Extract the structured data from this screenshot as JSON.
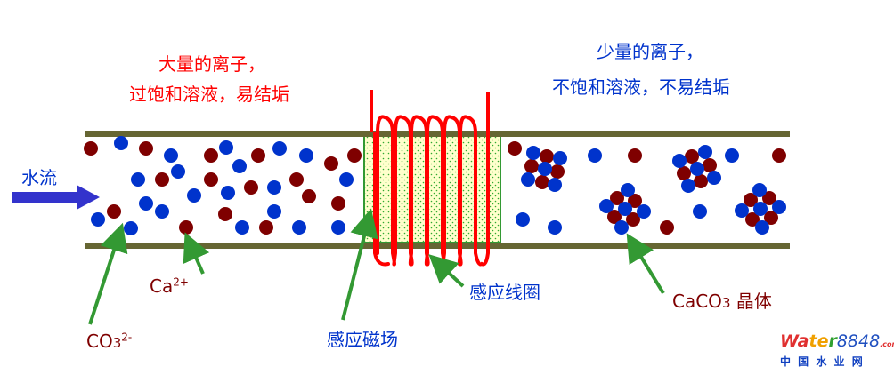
{
  "labels": {
    "left_line1": "大量的离子，",
    "left_line2": "过饱和溶液，易结垢",
    "right_line1": "少量的离子，",
    "right_line2": "不饱和溶液，不易结垢",
    "flow": "水流",
    "ca": "Ca",
    "ca_charge": "2+",
    "co3": "CO",
    "co3_sub": "3",
    "co3_charge": "2-",
    "magnetic_field": "感应磁场",
    "coil": "感应线圈",
    "caco3": "CaCO",
    "caco3_sub": "3",
    "caco3_suffix": " 晶体"
  },
  "logo": {
    "brand": "Water8848",
    "suffix": ".com",
    "cn": "中 国 水 业 网"
  },
  "colors": {
    "pipe": "#666633",
    "ion_red": "#7f0000",
    "ion_blue": "#0033cc",
    "coil": "#ff0000",
    "arrow": "#339933",
    "flow_arrow": "#3333cc",
    "field": "#ffffcc"
  }
}
